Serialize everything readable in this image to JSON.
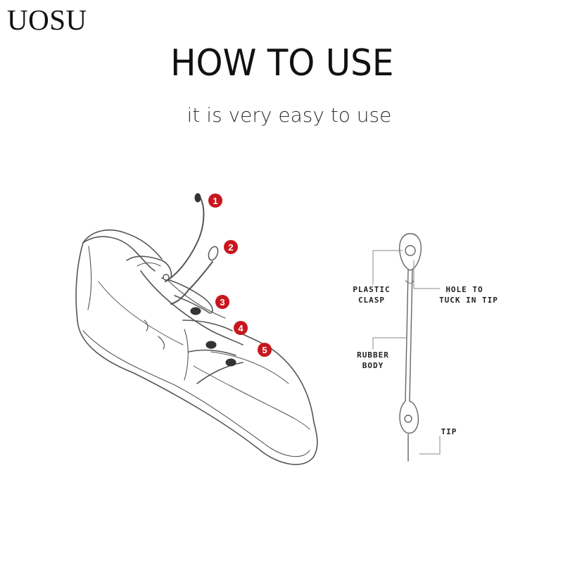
{
  "brand": "UOSU",
  "title": "HOW TO USE",
  "subtitle": "it is very easy to use",
  "steps": [
    "1",
    "2",
    "3",
    "4",
    "5"
  ],
  "parts": {
    "plastic_clasp": [
      "PLASTIC",
      "CLASP"
    ],
    "hole_to_tuck": [
      "HOLE TO",
      "TUCK IN TIP"
    ],
    "rubber_body": [
      "RUBBER",
      "BODY"
    ],
    "tip": [
      "TIP"
    ]
  },
  "colors": {
    "step_badge": "#c8161d",
    "line": "#555555",
    "text": "#111111"
  }
}
